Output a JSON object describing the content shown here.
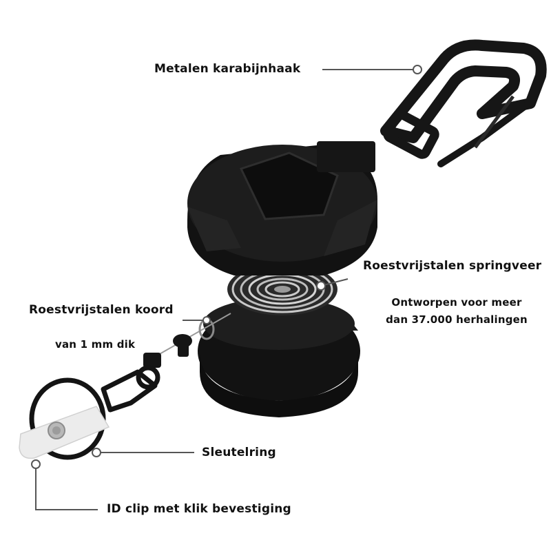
{
  "labels": {
    "carabiner": "Metalen karabijnhaak",
    "spring": "Roestvrijstalen springveer",
    "spring_note_1": "Ontworpen voor meer",
    "spring_note_2": "dan 37.000 herhalingen",
    "cord": "Roestvrijstalen koord",
    "cord_note": "van 1 mm dik",
    "keyring": "Sleutelring",
    "id_clip": "ID clip met klik bevestiging"
  },
  "colors": {
    "background": "#ffffff",
    "leader_line": "#555555",
    "body_dark": "#141414",
    "body_mid": "#262626",
    "spring_steel": "#c9c9c9",
    "label_text": "#111111"
  }
}
